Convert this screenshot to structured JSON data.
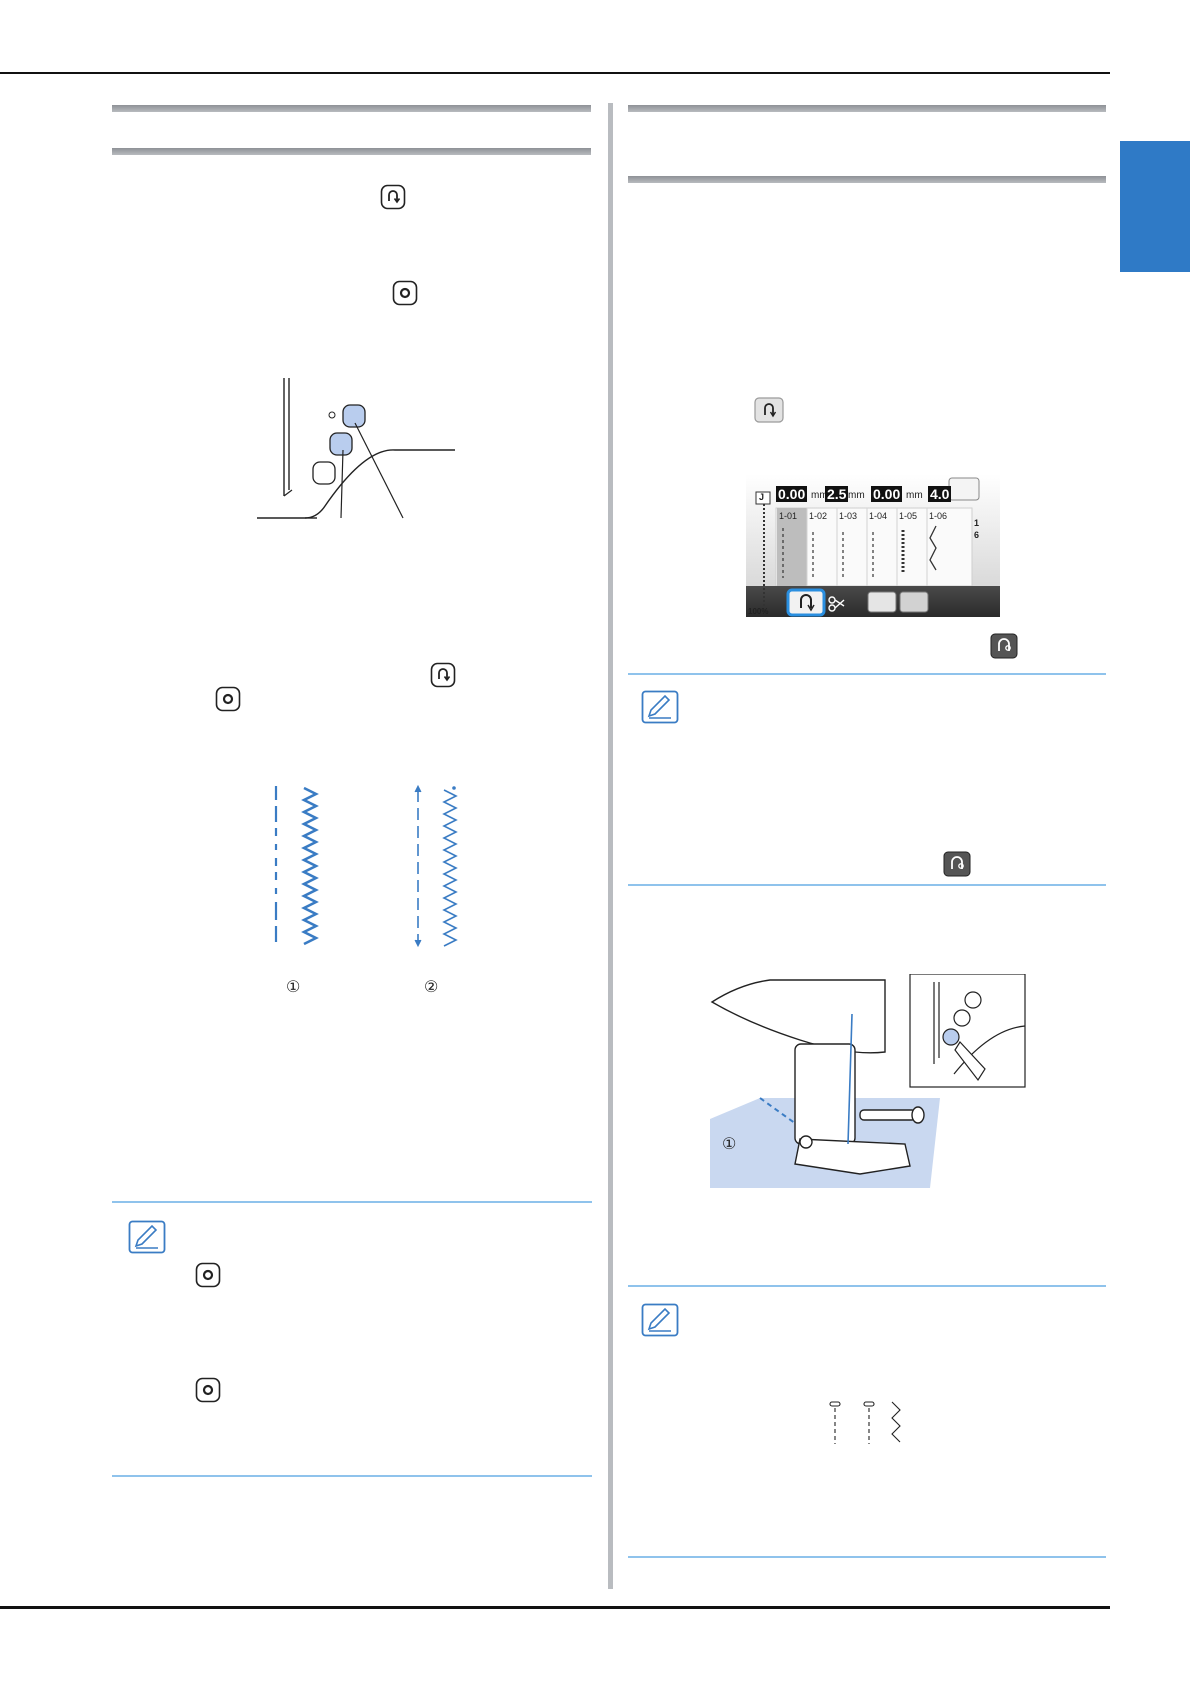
{
  "illustrations": {
    "stitch_callouts": [
      "①",
      "②"
    ],
    "sewing_callout": "①"
  },
  "lcd_screen": {
    "values": [
      "0.00",
      "2.5",
      "0.00",
      "4.0"
    ],
    "unit": "mm",
    "stitch_numbers": [
      "1-01",
      "1-02",
      "1-03",
      "1-04",
      "1-05",
      "1-06"
    ],
    "page": "1",
    "page_total": "6",
    "foot_letter": "J",
    "zoom": "100%"
  },
  "colors": {
    "accent_tab": "#2f7ac6",
    "button_fill": "#b9cdee",
    "note_rule": "#8fc3ec",
    "stitch_blue": "#3a7cc4"
  },
  "icons": {
    "reverse": "reverse-reinforcement-icon",
    "reinforcement": "reinforcement-stitch-icon",
    "memo": "memo-pencil-icon"
  }
}
